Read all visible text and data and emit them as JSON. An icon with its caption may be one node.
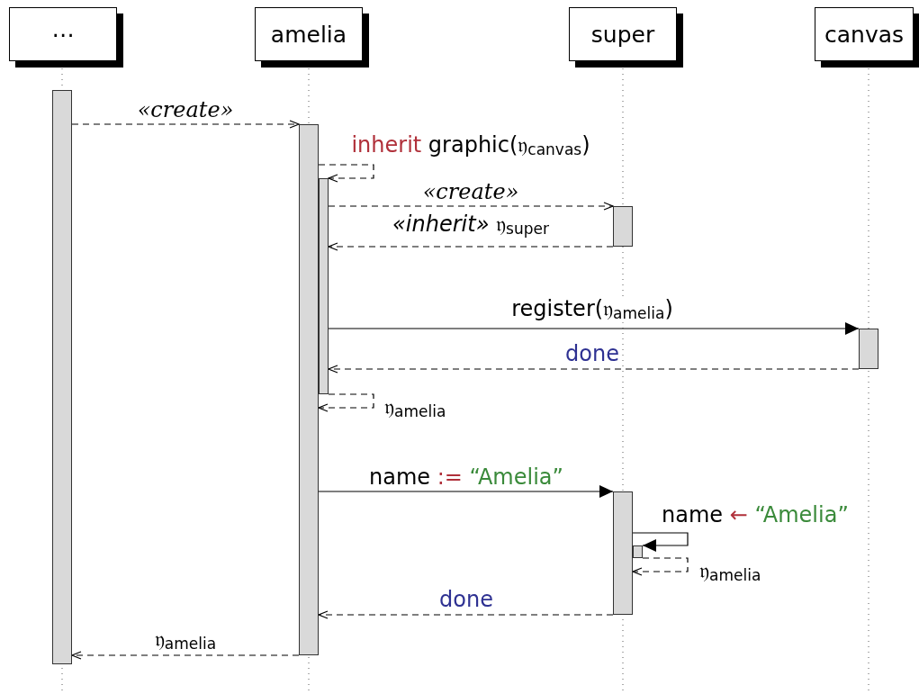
{
  "diagram": {
    "nodes": [
      {
        "text": [
          "⋯"
        ]
      },
      {
        "text": [
          "amelia"
        ]
      },
      {
        "text": [
          "super"
        ]
      },
      {
        "text": [
          "canvas"
        ]
      },
      {
        "text": [],
        "shape": "bar"
      },
      {
        "text": [],
        "shape": "bar"
      },
      {
        "text": [],
        "shape": "bar"
      },
      {
        "text": [],
        "shape": "bar"
      },
      {
        "text": [],
        "shape": "bar"
      },
      {
        "text": [],
        "shape": "bar"
      },
      {
        "text": [],
        "shape": "bar"
      }
    ],
    "edges": [
      {
        "from": 4,
        "to": 5,
        "arrow": "to",
        "label": "«create»",
        "style": "dashed"
      },
      {
        "from": 5,
        "to": 6,
        "arrow": "to",
        "label": "inherit graphic(𝔶$_{canvas}$)",
        "style": "dashed"
      },
      {
        "from": 6,
        "to": 7,
        "arrow": "to",
        "label": "«create»",
        "style": "dashed"
      },
      {
        "from": 7,
        "to": 6,
        "arrow": "to",
        "label": "*«inherit»* 𝔶$_{super}$",
        "style": "dashed"
      },
      {
        "from": 6,
        "to": 8,
        "arrow": "to",
        "label": "register(𝔶$_{amelia}$)"
      },
      {
        "from": 8,
        "to": 6,
        "arrow": "to",
        "label": "done",
        "style": "dashed"
      },
      {
        "from": 6,
        "to": 5,
        "arrow": "to",
        "label": "𝔶$_{amelia}$",
        "style": "dashed"
      },
      {
        "from": 5,
        "to": 9,
        "arrow": "to",
        "label": "name := “Amelia”"
      },
      {
        "from": 9,
        "to": 10,
        "arrow": "to",
        "label": "name ← “Amelia”"
      },
      {
        "from": 10,
        "to": 9,
        "arrow": "to",
        "label": "𝔶$_{amelia}$",
        "style": "dashed"
      },
      {
        "from": 9,
        "to": 5,
        "arrow": "to",
        "label": "done",
        "style": "dashed"
      },
      {
        "from": 5,
        "to": 4,
        "arrow": "to",
        "label": "𝔶$_{amelia}$",
        "style": "dashed"
      }
    ]
  }
}
